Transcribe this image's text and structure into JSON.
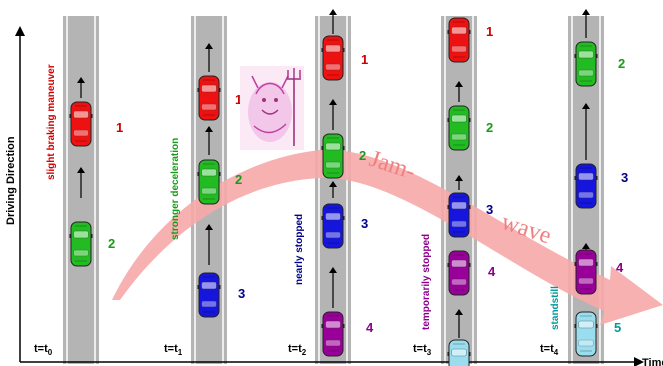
{
  "axes": {
    "y_label": "Driving Direction",
    "x_label": "Time"
  },
  "jam_text": {
    "word1": "Jam-",
    "word2": "wave"
  },
  "colors": {
    "road": "#b4b4b4",
    "wave": "#f7a9a9",
    "car1": "#ee1111",
    "car2": "#22bb22",
    "car3": "#1515dd",
    "car4": "#990099",
    "car5": "#99ddee"
  },
  "time_steps": [
    {
      "label": "t=t",
      "sub": "0",
      "annotation": "slight braking maneuver",
      "annotation_color": "#d00000"
    },
    {
      "label": "t=t",
      "sub": "1",
      "annotation": "stronger deceleration",
      "annotation_color": "#1a9a1a"
    },
    {
      "label": "t=t",
      "sub": "2",
      "annotation": "nearly stopped",
      "annotation_color": "#00008b"
    },
    {
      "label": "t=t",
      "sub": "3",
      "annotation": "temporarily stopped",
      "annotation_color": "#8b008b"
    },
    {
      "label": "t=t",
      "sub": "4",
      "annotation": "standstill",
      "annotation_color": "#009999"
    }
  ],
  "car_numbers": [
    "1",
    "2",
    "3",
    "4",
    "5"
  ],
  "devil_icon": "devil-icon"
}
